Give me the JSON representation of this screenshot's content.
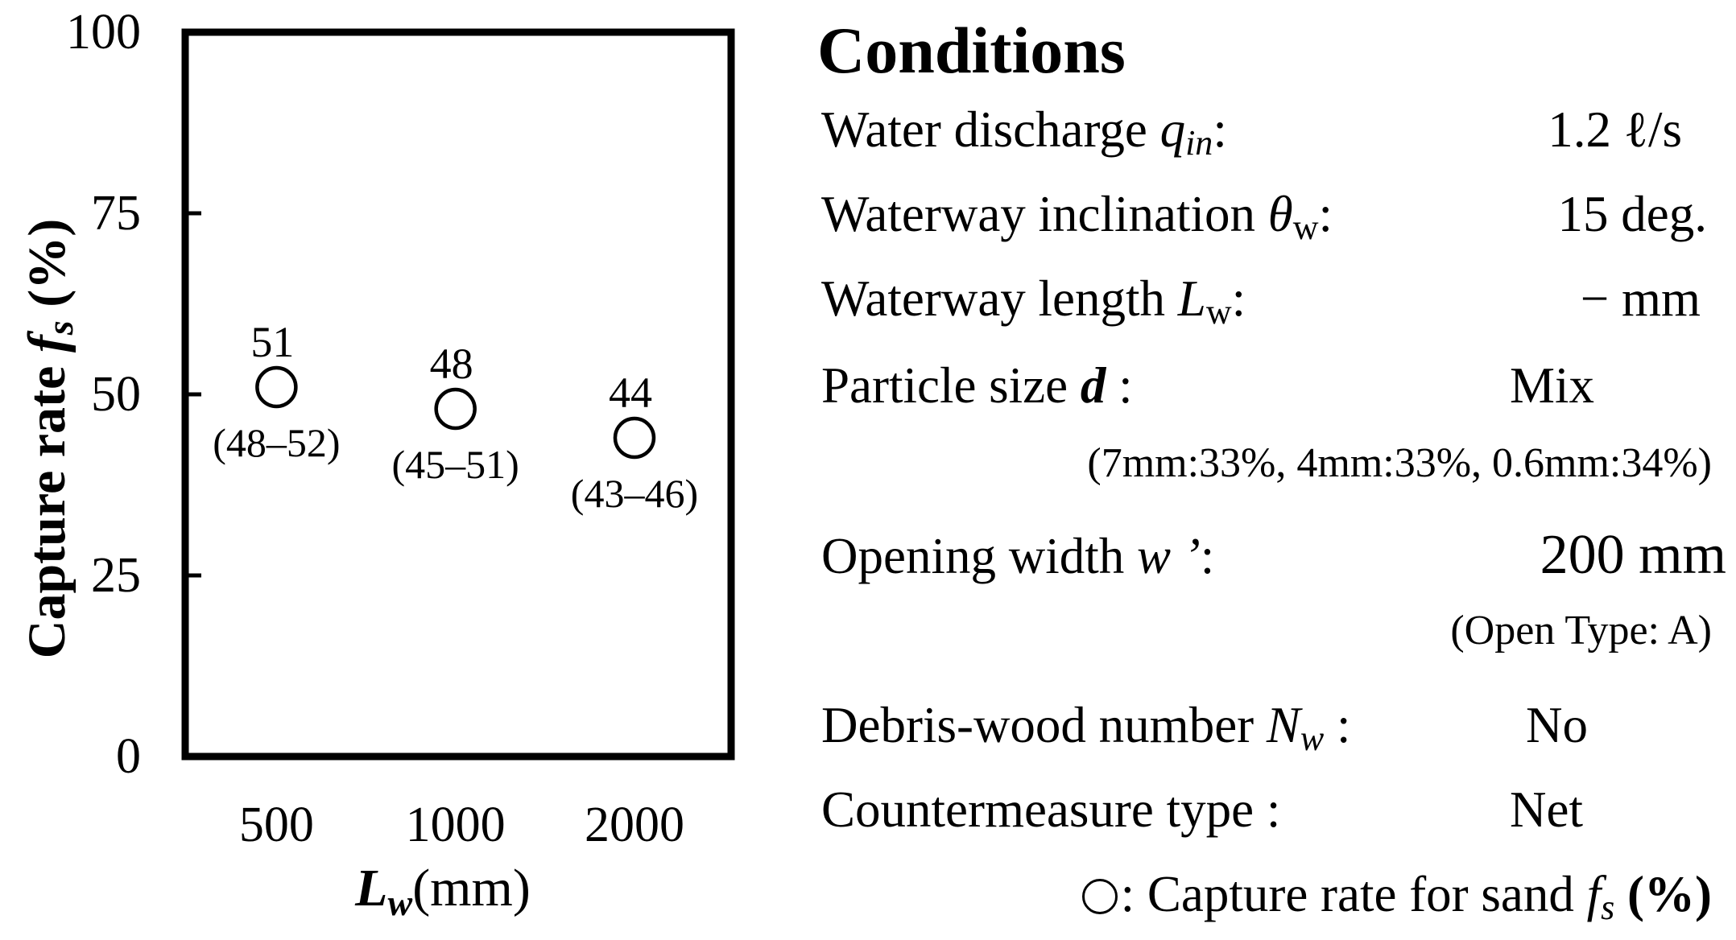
{
  "chart_data": {
    "type": "scatter",
    "categories": [
      "500",
      "1000",
      "2000"
    ],
    "values": [
      51,
      48,
      44
    ],
    "point_labels": [
      "51",
      "48",
      "44"
    ],
    "range_labels": [
      "(48–52)",
      "(45–51)",
      "(43–46)"
    ],
    "ylim": [
      0,
      100
    ],
    "yticks": [
      "0",
      "25",
      "50",
      "75",
      "100"
    ],
    "ylabel": {
      "prefix": "Capture rate ",
      "var": "f",
      "sub": "s",
      "suffix": " (%)"
    },
    "xlabel": {
      "var": "L",
      "sub": "w",
      "suffix": "(mm)"
    },
    "grid": false,
    "marker": "open-circle",
    "legend": {
      "symbol": "○",
      "text": ": Capture rate for sand ",
      "var": "f",
      "sub": "s",
      "suffix": " (%)"
    }
  },
  "conditions": {
    "heading": "Conditions",
    "water_discharge": {
      "label": "Water discharge ",
      "var": "q",
      "sub": "in",
      "colon": ":",
      "value": "1.2 ℓ/s"
    },
    "waterway_inclination": {
      "label": "Waterway inclination ",
      "var": "θ",
      "sub": "w",
      "colon": ":",
      "value": "15 deg."
    },
    "waterway_length": {
      "label": "Waterway length ",
      "var": "L",
      "sub": "w",
      "colon": ":",
      "value": "− mm"
    },
    "particle_size": {
      "label": "Particle size ",
      "var": "d",
      "colon": " :",
      "value": "Mix",
      "note": "(7mm:33%, 4mm:33%, 0.6mm:34%)"
    },
    "opening_width": {
      "label": "Opening width ",
      "var": "w ’",
      "colon": ":",
      "value": "200 mm",
      "note": "(Open Type: A)"
    },
    "debris_wood": {
      "label": "Debris-wood number ",
      "var": "N",
      "sub": "w",
      "colon": " :",
      "value": "No"
    },
    "countermeasure": {
      "label": "Countermeasure type :",
      "value": "Net"
    }
  }
}
